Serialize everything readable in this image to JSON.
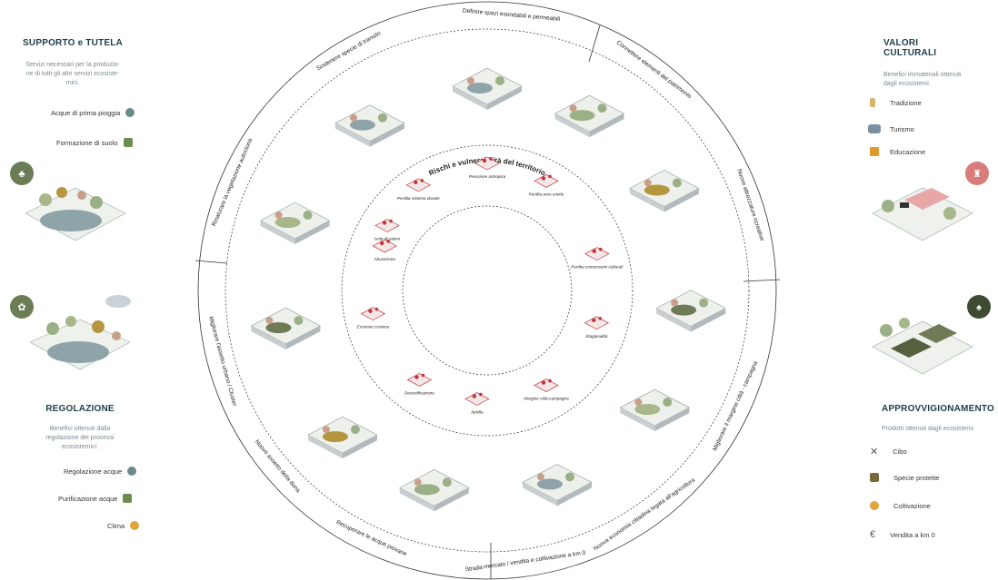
{
  "left": {
    "supporto": {
      "title": "SUPPORTO e TUTELA",
      "desc": [
        "Servizi necessari per la produzio-",
        "ne di tutti gli altri servizi ecosiste-",
        "mici."
      ],
      "items": [
        {
          "label": "Acque di prima pioggia",
          "icon": "water-drop-icon"
        },
        {
          "label": "Formazione di suolo",
          "icon": "sprout-icon"
        }
      ]
    },
    "regolazione": {
      "title": "REGOLAZIONE",
      "desc": [
        "Benefici ottenuti dalla",
        "regolazione dei processi",
        "ecosistemici."
      ],
      "items": [
        {
          "label": "Regolazione acque",
          "icon": "water-drop-icon"
        },
        {
          "label": "Purificazione acque",
          "icon": "sprout-icon"
        },
        {
          "label": "Clima",
          "icon": "cloud-sun-icon"
        }
      ]
    }
  },
  "right": {
    "valori": {
      "title": "VALORI CULTURALI",
      "desc": [
        "Benefici immateriali ottenuti",
        "dagli ecosistemi."
      ],
      "items": [
        {
          "label": "Tradizione",
          "icon": "tower-icon"
        },
        {
          "label": "Turismo",
          "icon": "people-icon"
        },
        {
          "label": "Educazione",
          "icon": "book-icon"
        }
      ]
    },
    "approvvigionamento": {
      "title": "APPROVVIGIONAMENTO",
      "desc": [
        "Prodotti ottenuti dagli ecosistemi"
      ],
      "items": [
        {
          "label": "Cibo",
          "icon": "cutlery-icon"
        },
        {
          "label": "Specie protette",
          "icon": "plant-pot-icon"
        },
        {
          "label": "Coltivazione",
          "icon": "harvest-icon"
        },
        {
          "label": "Vendita a km 0",
          "icon": "euro-icon"
        }
      ]
    }
  },
  "outer_ring": [
    "Definire spazi esondabili e permeabili",
    "Connettere elementi del patrimonio",
    "Nuove attrezzature ricreative",
    "Migliorare il margine città - campagna",
    "Nuova economia cittadina legata all'agricoltura",
    "Strada-mercato / vendita e coltivazione a km 0",
    "Recuperare le acque piovane",
    "Nuovo assetto della duna",
    "Migliorare l'assetto urbano / Cluster",
    "Rinaturare la vegetazione autoctona",
    "Sostenere specie di transito"
  ],
  "inner_ring": {
    "title": "Rischi e vulnerabilità del territorio",
    "risks": [
      "Pressione antropica",
      "Perdita aree umide",
      "Perdita connessioni culturali",
      "Stagionalità",
      "Margine città-campagna",
      "Xylella",
      "Desertificazione",
      "Erosione costiera",
      "Abusivismo",
      "Isole di calore",
      "Perdita sistema dunale"
    ]
  },
  "colors": {
    "title": "#1f3d4a",
    "risk_red": "#c8333a",
    "green": "#6b8e4e",
    "water": "#7f9aa3"
  }
}
